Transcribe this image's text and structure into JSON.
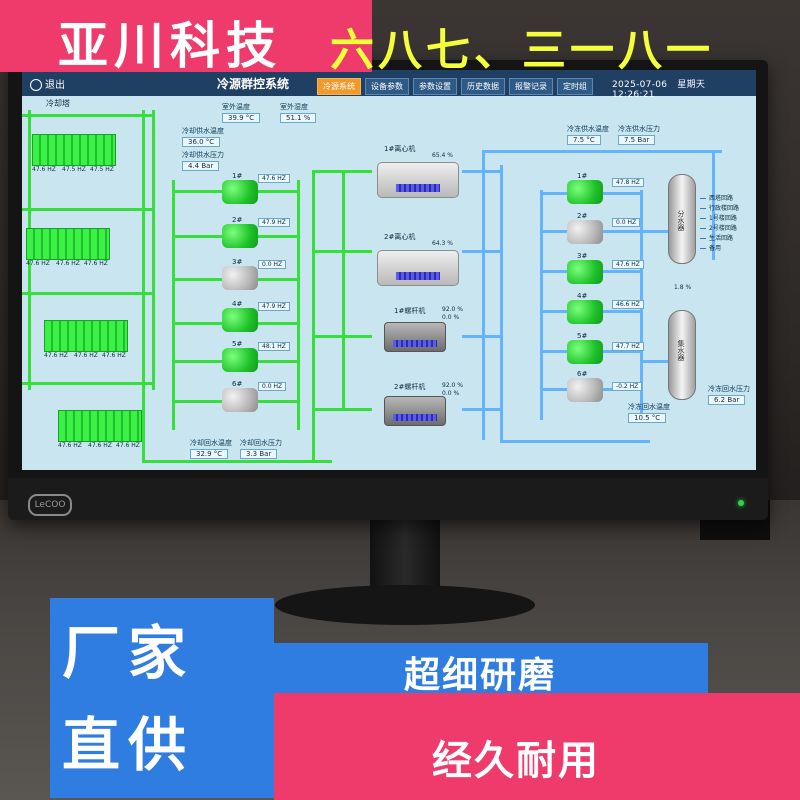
{
  "promo": {
    "brand": "亚川科技",
    "overlay": "六八七、三一八一",
    "left_line1": "厂家",
    "left_line2": "直供",
    "band1": "超细研磨",
    "band2": "经久耐用"
  },
  "monitor": {
    "logo": "LeCOO"
  },
  "screen": {
    "exit": "退出",
    "title": "冷源群控系统",
    "tabs": [
      "冷源系统",
      "设备参数",
      "参数设置",
      "历史数据",
      "报警记录",
      "定时组"
    ],
    "active_tab": "冷源系统",
    "date": "2025-07-06",
    "weekday": "星期天",
    "time": "12:26:21",
    "tower_title": "冷却塔",
    "top_readouts": [
      {
        "label": "室外温度",
        "value": "39.9 °C"
      },
      {
        "label": "室外湿度",
        "value": "51.1 %"
      }
    ],
    "cooling_supply": {
      "label": "冷却供水温度",
      "value": "36.0 °C"
    },
    "cooling_flow": {
      "label": "冷却供水压力",
      "value": "4.4 Bar"
    },
    "cooling_return_temp": {
      "label": "冷却回水温度",
      "value": "32.9 °C"
    },
    "cooling_return_press": {
      "label": "冷却回水压力",
      "value": "3.3 Bar"
    },
    "chilled_supply_temp": {
      "label": "冷冻供水温度",
      "value": "7.5 °C"
    },
    "chilled_supply_press": {
      "label": "冷冻供水压力",
      "value": "7.5 Bar"
    },
    "chilled_return_temp": {
      "label": "冷冻回水温度",
      "value": "10.5 °C"
    },
    "chilled_return_press": {
      "label": "冷冻回水压力",
      "value": "6.2 Bar"
    },
    "towers": [
      {
        "a": "47.6 HZ",
        "b": "47.5 HZ",
        "c": "47.5 HZ"
      },
      {
        "a": "47.6 HZ",
        "b": "47.6 HZ",
        "c": "47.6 HZ"
      },
      {
        "a": "47.6 HZ",
        "b": "47.6 HZ",
        "c": "47.6 HZ"
      },
      {
        "a": "47.6 HZ",
        "b": "47.6 HZ",
        "c": "47.6 HZ"
      }
    ],
    "cooling_pumps": [
      {
        "name": "1#",
        "hz": "47.6 HZ",
        "on": true
      },
      {
        "name": "2#",
        "hz": "47.9 HZ",
        "on": true
      },
      {
        "name": "3#",
        "hz": "0.0 HZ",
        "on": false
      },
      {
        "name": "4#",
        "hz": "47.9 HZ",
        "on": true
      },
      {
        "name": "5#",
        "hz": "48.1 HZ",
        "on": true
      },
      {
        "name": "6#",
        "hz": "0.0 HZ",
        "on": false
      }
    ],
    "chillers": [
      {
        "name": "1#离心机",
        "pct1": "65.4 %",
        "pct2": ""
      },
      {
        "name": "2#离心机",
        "pct1": "64.3 %",
        "pct2": ""
      },
      {
        "name": "1#螺杆机",
        "pct1": "92.0 %",
        "pct2": "0.0 %"
      },
      {
        "name": "2#螺杆机",
        "pct1": "92.0 %",
        "pct2": "0.0 %"
      }
    ],
    "chilled_pumps": [
      {
        "name": "1#",
        "hz": "47.8 HZ",
        "on": true
      },
      {
        "name": "2#",
        "hz": "0.0 HZ",
        "on": false
      },
      {
        "name": "3#",
        "hz": "47.6 HZ",
        "on": true
      },
      {
        "name": "4#",
        "hz": "46.6 HZ",
        "on": true
      },
      {
        "name": "5#",
        "hz": "47.7 HZ",
        "on": true
      },
      {
        "name": "6#",
        "hz": "-0.2 HZ",
        "on": false
      }
    ],
    "tank_top": "分水器",
    "tank_bottom": "集水器",
    "tank_pct": "1.8 %",
    "legend": [
      "西塔回路",
      "行政楼回路",
      "1号楼回路",
      "2号楼回路",
      "生活回路",
      "备用"
    ]
  }
}
